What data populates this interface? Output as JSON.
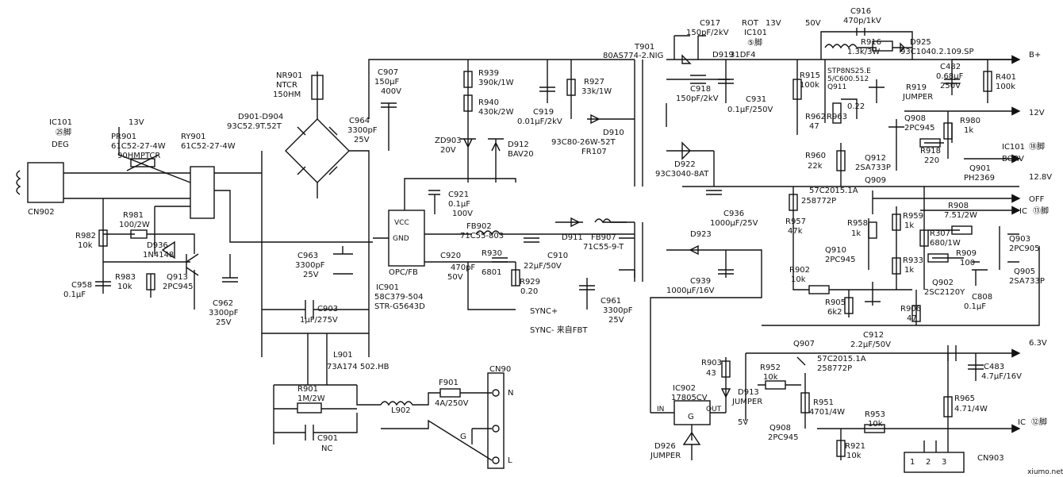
{
  "labels": {
    "ic101_25": "IC101",
    "ic101_25_pin": "㉕脚",
    "deg": "DEG",
    "v13_left": "13V",
    "cn902": "CN902",
    "pr901": "PR901",
    "pr901_part": "61C52-27-4W",
    "pr901_type": "90HMPTCR",
    "ry901": "RY901",
    "ry901_part": "61C52-27-4W",
    "nr901": "NR901",
    "nr901_type": "NTCR",
    "nr901_val": "150HM",
    "d901": "D901-D904",
    "d901_part": "93C52.9T.52T",
    "c907": "C907",
    "c907_val1": "150μF",
    "c907_val2": "400V",
    "c964": "C964",
    "c964_val1": "3300pF",
    "c964_val2": "25V",
    "r939": "R939",
    "r939_val": "390k/1W",
    "r940": "R940",
    "r940_val": "430k/2W",
    "zd903": "ZD903",
    "zd903_val": "20V",
    "d912": "D912",
    "d912_part": "BAV20",
    "c919": "C919",
    "c919_val": "0.01μF/2kV",
    "r927": "R927",
    "r927_val": "33k/1W",
    "d910": "D910",
    "d910_part": "93C80-26W-52T",
    "d910_type": "FR107",
    "t901": "T901",
    "t901_part": "80AS774-2.NIG",
    "r981": "R981",
    "r981_val": "100/2W",
    "d936": "D936",
    "d936_part": "1N4148",
    "q913": "Q913",
    "q913_part": "2PC945",
    "r982": "R982",
    "r982_val": "10k",
    "r983": "R983",
    "r983_val": "10k",
    "c958": "C958",
    "c958_val": "0.1μF",
    "c962": "C962",
    "c962_val1": "3300pF",
    "c962_val2": "25V",
    "c963": "C963",
    "c963_val1": "3300pF",
    "c963_val2": "25V",
    "c903": "C903",
    "c903_val": "1μF/275V",
    "c921": "C921",
    "c921_val1": "0.1μF",
    "c921_val2": "100V",
    "ic901_vcc": "VCC",
    "ic901_gnd": "GND",
    "ic901_ocp": "OPC/FB",
    "ic901": "IC901",
    "ic901_part": "58C379-504",
    "ic901_type": "STR-G5643D",
    "fb902": "FB902",
    "fb902_part": "71C55-803",
    "c920": "C920",
    "c920_val1": "470pF",
    "c920_val2": "50V",
    "r930": "R930",
    "r930_val": "6801",
    "r929": "R929",
    "r929_val": "0.20",
    "d911": "D911",
    "fb907": "FB907",
    "fb907_part": "71C55-9-T",
    "c910": "C910",
    "c910_val": "22μF/50V",
    "c961": "C961",
    "c961_val1": "3300pF",
    "c961_val2": "25V",
    "sync_p": "SYNC+",
    "sync_m": "SYNC- 来自FBT",
    "l901": "L901",
    "l901_part": "73A174 502.HB",
    "r901": "R901",
    "r901_val": "1M/2W",
    "l902": "L902",
    "f901": "F901",
    "f901_val": "4A/250V",
    "c901": "C901",
    "c901_val": "NC",
    "cn90": "CN90",
    "n": "N",
    "g": "G",
    "l": "L",
    "c917": "C917",
    "c917_val": "150pF/2kV",
    "c918": "C918",
    "c918_val": "150pF/2kV",
    "d919": "D919",
    "d919_part": "31DF4",
    "c931": "C931",
    "c931_val": "0.1μF/250V",
    "rot": "ROT",
    "ic101_5": "IC101",
    "ic101_5_pin": "⑤脚",
    "v13_top": "13V",
    "v50": "50V",
    "c916": "C916",
    "c916_val": "470p/1kV",
    "r916": "R916",
    "r916_val": "1.3k/3W",
    "d925": "D925",
    "d925_part": "93C1040.2.109.SP",
    "bplus": "B+",
    "r915": "R915",
    "r915_val": "100k",
    "stp": "STP8NS25.E",
    "stp2": "5/C600.512",
    "q911": "Q911",
    "c482": "C482",
    "c482_val1": "0.68μF",
    "c482_val2": "250V",
    "r401": "R401",
    "r401_val": "100k",
    "r962": "R962",
    "r962_val": "47",
    "r963": "R963",
    "r963_val": "0.22",
    "r919": "R919",
    "r919_val": "JUMPER",
    "q908a": "Q908",
    "q908a_part": "2PC945",
    "r980": "R980",
    "r980_val": "1k",
    "v12": "12V",
    "r960": "R960",
    "r960_val": "22k",
    "q912": "Q912",
    "q912_part": "2SA733P",
    "r918": "R918",
    "r918_val": "220",
    "ic101_18": "IC101",
    "ic101_18_pin": "⑱脚",
    "borv": "BORV",
    "q901": "Q901",
    "q901_part": "PH2369",
    "d922": "D922",
    "d922_part": "93C3040-8AT",
    "q909": "Q909",
    "q909_part": "57C2015.1A",
    "q909_type": "258772P",
    "v12_8": "12.8V",
    "off": "OFF",
    "ic101_13": "IC",
    "ic101_13_pin": "⑬脚",
    "c936": "C936",
    "c936_val": "1000μF/25V",
    "r957": "R957",
    "r957_val": "47k",
    "r958": "R958",
    "r958_val": "1k",
    "r959": "R959",
    "r959_val": "1k",
    "r908": "R908",
    "r908_val": "7.51/2W",
    "q903": "Q903",
    "q903_part": "2PC905",
    "r307": "R307",
    "r307_val": "680/1W",
    "q910": "Q910",
    "q910_part": "2PC945",
    "r909": "R909",
    "r909_val": "100",
    "r933": "R933",
    "r933_val": "1k",
    "q905": "Q905",
    "q905_part": "2SA733P",
    "d923": "D923",
    "c939": "C939",
    "c939_val": "1000μF/16V",
    "r902": "R902",
    "r902_val": "10k",
    "q902": "Q902",
    "q902_part": "2SC2120Y",
    "c808": "C808",
    "c808_val": "0.1μF",
    "r905": "R905",
    "r905_val": "6k2",
    "r906": "R906",
    "r906_val": "47",
    "c912": "C912",
    "c912_val": "2.2μF/50V",
    "v6_3": "6.3V",
    "r903": "R903",
    "r903_val": "43",
    "r952": "R952",
    "r952_val": "10k",
    "q907": "Q907",
    "q907_part": "57C2015.1A",
    "q907_type": "258772P",
    "c483": "C483",
    "c483_val": "4.7μF/16V",
    "ic902": "IC902",
    "ic902_part": "17805CV",
    "ic902_in": "IN",
    "ic902_out": "OUT",
    "ic902_g": "G",
    "d913": "D913",
    "d913_val": "JUMPER",
    "v5": "5V",
    "r951": "R951",
    "r951_val": "4701/4W",
    "r965": "R965",
    "r965_val": "4.71/4W",
    "q908b": "Q908",
    "q908b_part": "2PC945",
    "r953": "R953",
    "r953_val": "10k",
    "r921": "R921",
    "r921_val": "10k",
    "ic101_12": "IC",
    "ic101_12_pin": "⑫脚",
    "d926": "D926",
    "d926_val": "JUMPER",
    "cn903": "CN903",
    "cn903_p1": "1",
    "cn903_p2": "2",
    "cn903_p3": "3",
    "watermark": "xiumo.net"
  }
}
